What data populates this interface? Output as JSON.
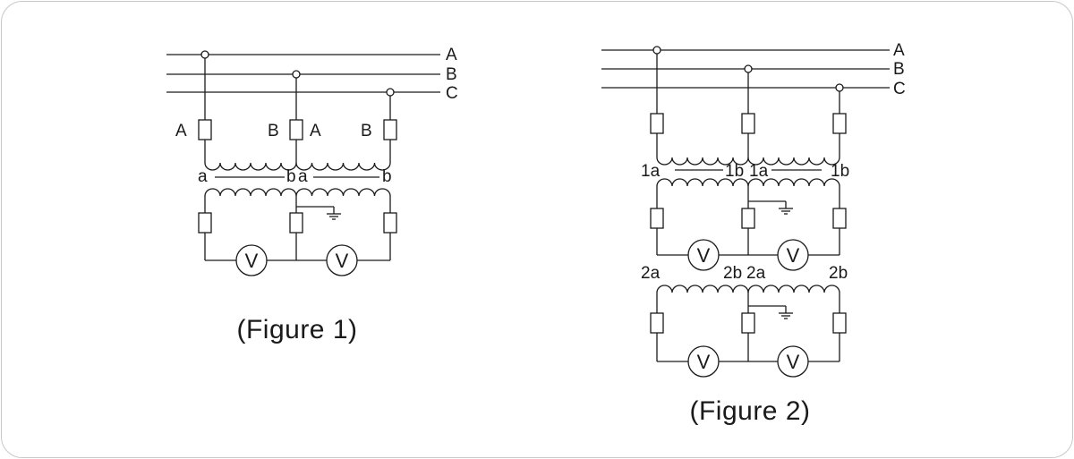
{
  "figure1": {
    "caption": "(Figure 1)",
    "bus_labels": [
      "A",
      "B",
      "C"
    ],
    "primary_labels": [
      "A",
      "B",
      "A",
      "B"
    ],
    "secondary_labels": [
      "a",
      "b",
      "a",
      "b"
    ],
    "voltmeters": [
      "V",
      "V"
    ]
  },
  "figure2": {
    "caption": "(Figure 2)",
    "bus_labels": [
      "A",
      "B",
      "C"
    ],
    "winding1_labels": [
      "1a",
      "1b",
      "1a",
      "1b"
    ],
    "winding2_labels": [
      "2a",
      "2b",
      "2a",
      "2b"
    ],
    "voltmeters_row1": [
      "V",
      "V"
    ],
    "voltmeters_row2": [
      "V",
      "V"
    ]
  },
  "colors": {
    "ink": "#1a1a1a",
    "border": "#c8c8c8",
    "background": "#ffffff"
  }
}
